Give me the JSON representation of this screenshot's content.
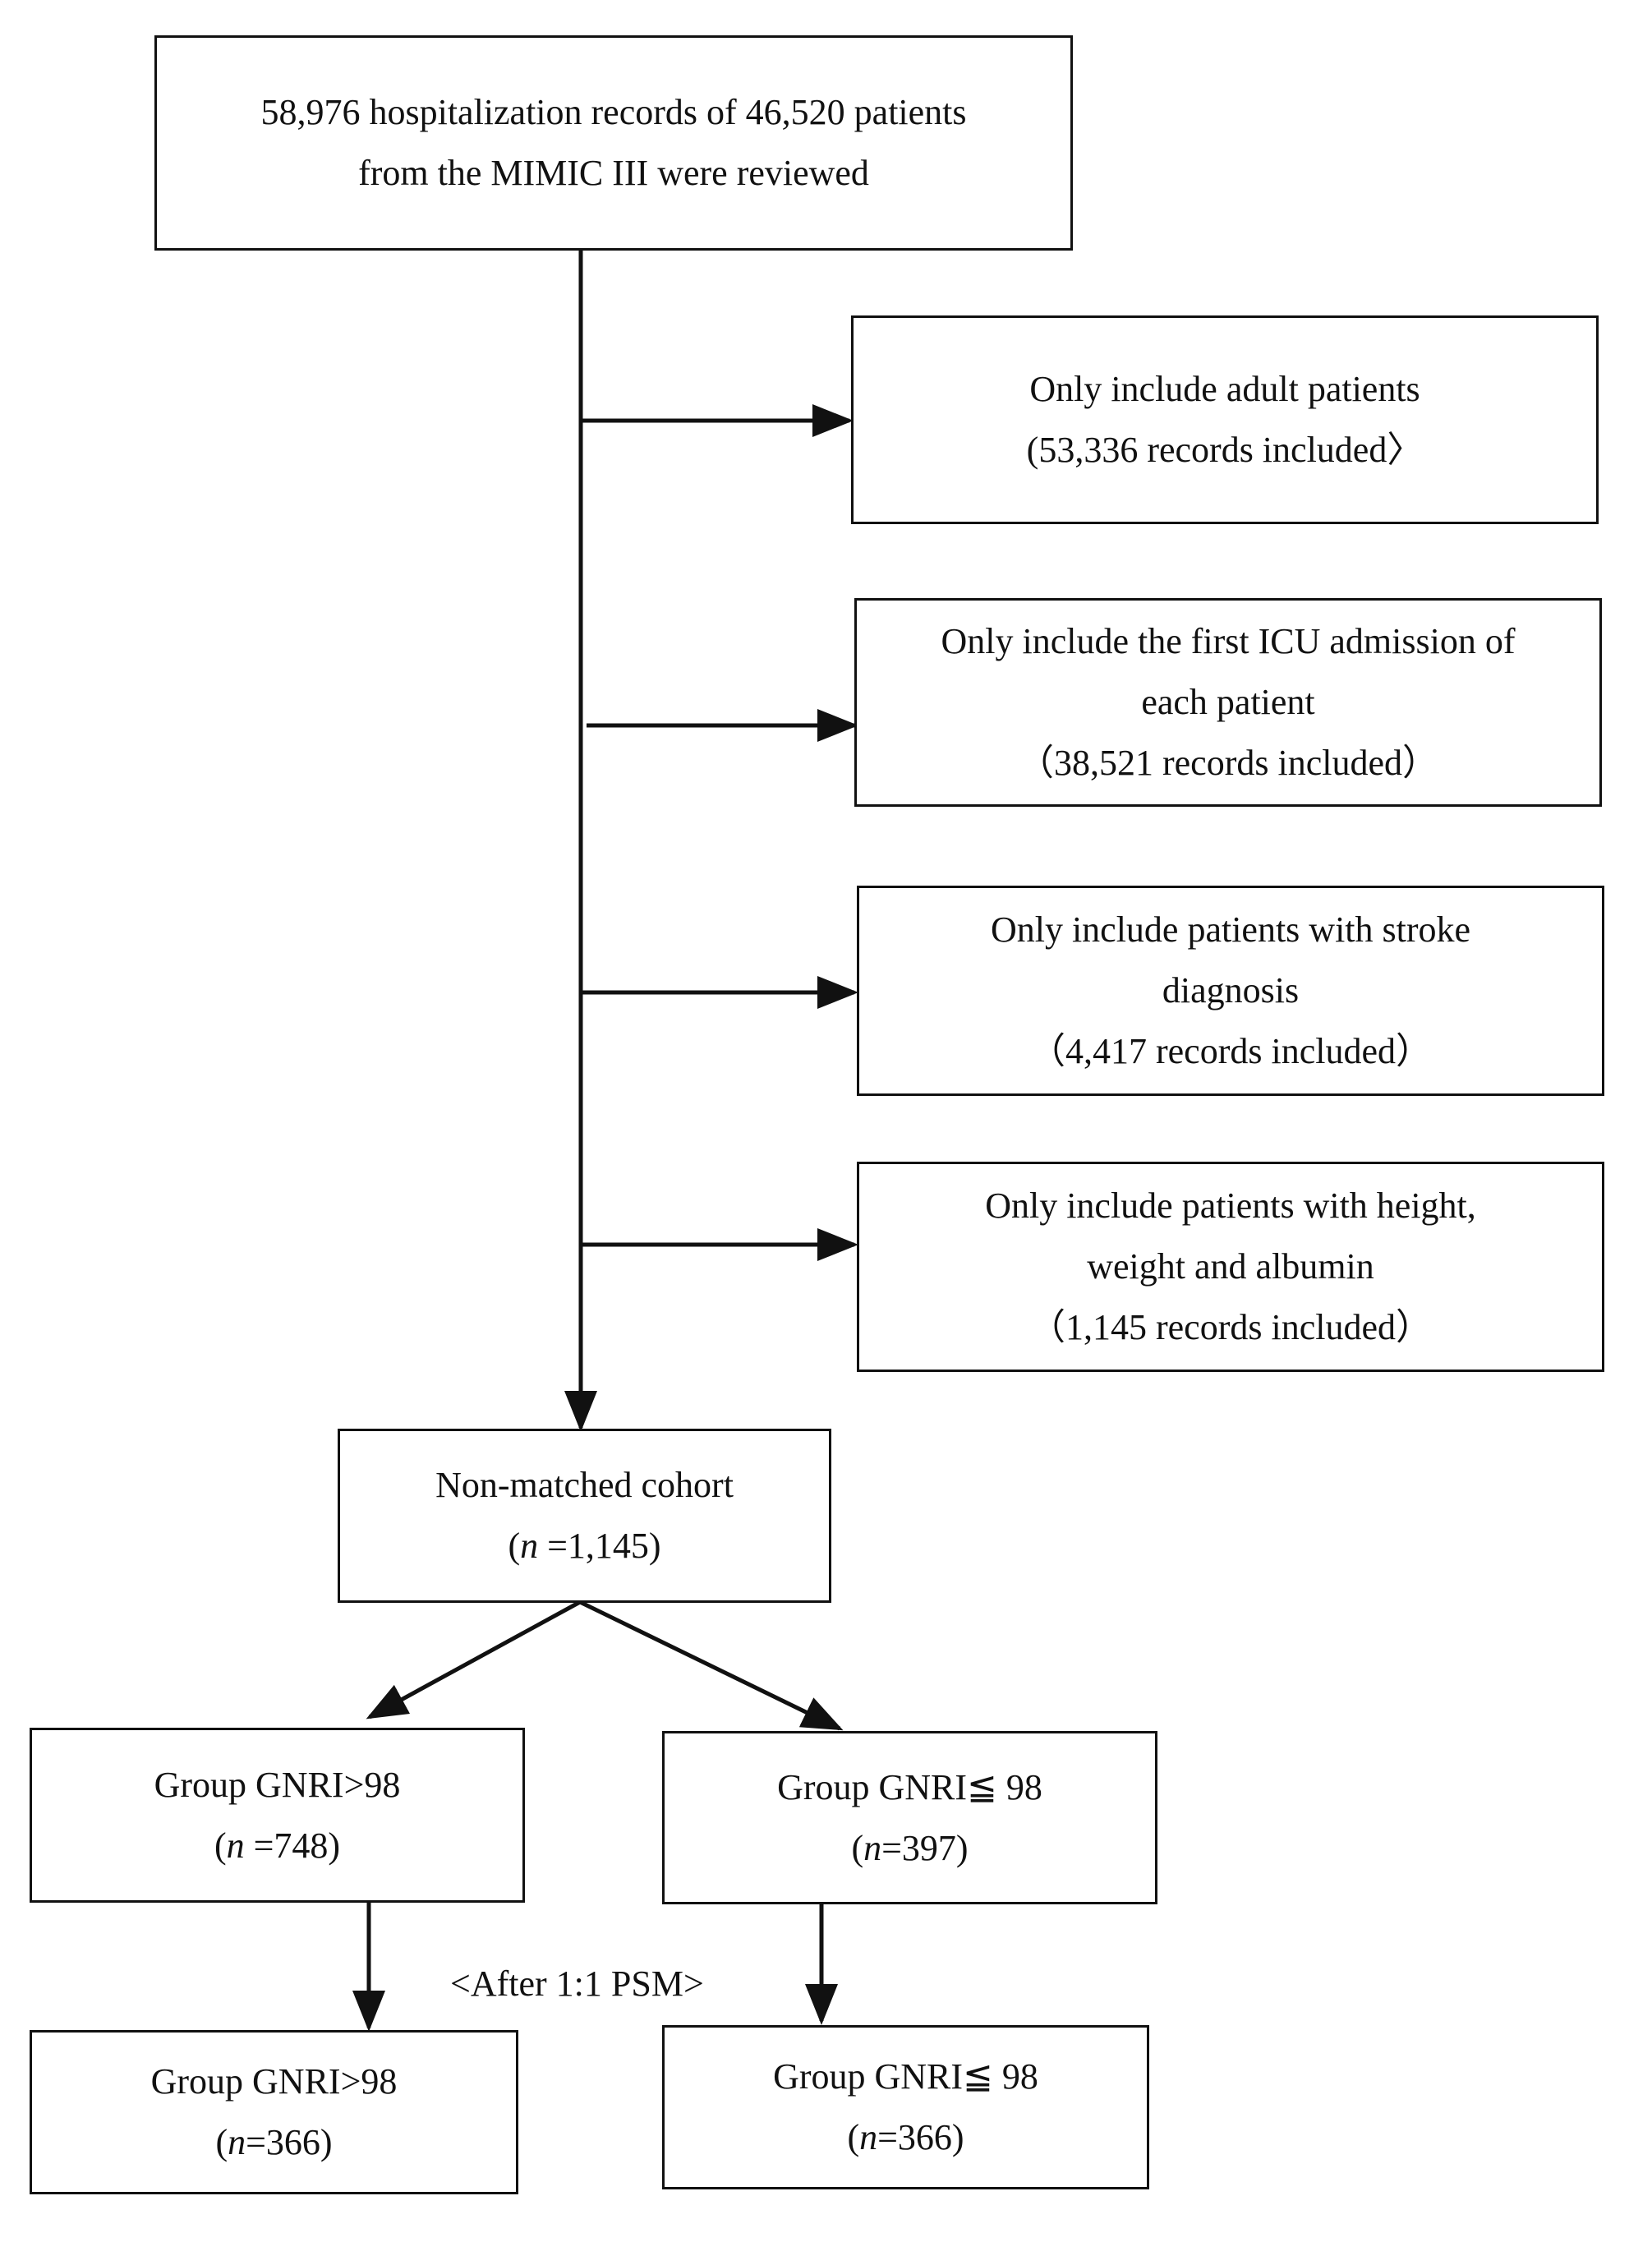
{
  "start": {
    "line1": "58,976 hospitalization records of 46,520 patients",
    "line2": "from the MIMIC III were reviewed"
  },
  "filters": [
    {
      "line1": "Only include adult patients",
      "line2": "(53,336 records included〉"
    },
    {
      "line1": "Only include the first ICU admission of",
      "line2": "each patient",
      "line3": "（38,521 records included）"
    },
    {
      "line1": "Only include patients with stroke",
      "line2": "diagnosis",
      "line3": "（4,417 records included）"
    },
    {
      "line1": "Only include patients with height,",
      "line2": "weight and albumin",
      "line3": "（1,145 records included）"
    }
  ],
  "cohort": {
    "title": "Non-matched cohort",
    "n_prefix": "(",
    "n_symbol": "n",
    "n_value": " =1,145)"
  },
  "groups": {
    "high_before": {
      "title": "Group GNRI>98",
      "n_prefix": "(",
      "n_symbol": "n",
      "n_value": " =748)"
    },
    "low_before": {
      "title": "Group GNRI≦ 98",
      "n_prefix": "(",
      "n_symbol": "n",
      "n_value": "=397)"
    },
    "high_after": {
      "title": "Group GNRI>98",
      "n_prefix": "(",
      "n_symbol": "n",
      "n_value": "=366)"
    },
    "low_after": {
      "title": "Group GNRI≦ 98",
      "n_prefix": "(",
      "n_symbol": "n",
      "n_value": "=366)"
    }
  },
  "psm_label": "<After 1:1 PSM>",
  "colors": {
    "stroke": "#111111",
    "background": "#ffffff"
  }
}
